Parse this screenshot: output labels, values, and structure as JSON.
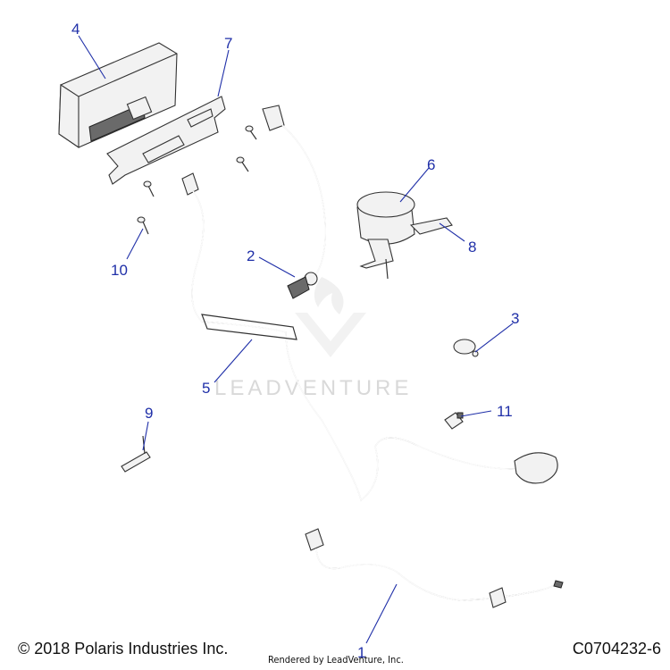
{
  "callouts": [
    {
      "id": "c1",
      "number": "1"
    },
    {
      "id": "c2",
      "number": "2"
    },
    {
      "id": "c3",
      "number": "3"
    },
    {
      "id": "c4",
      "number": "4"
    },
    {
      "id": "c5",
      "number": "5"
    },
    {
      "id": "c6",
      "number": "6"
    },
    {
      "id": "c7",
      "number": "7"
    },
    {
      "id": "c8",
      "number": "8"
    },
    {
      "id": "c9",
      "number": "9"
    },
    {
      "id": "c10",
      "number": "10"
    },
    {
      "id": "c11",
      "number": "11"
    }
  ],
  "watermark": {
    "text": "LEADVENTURE"
  },
  "footer": {
    "copyright": "© 2018 Polaris Industries Inc.",
    "rendered_by": "Rendered by LeadVenture, Inc.",
    "drawing_code": "C0704232-6"
  },
  "colors": {
    "callout": "#1f2fa8",
    "line_art": "#333333",
    "watermark": "#d9d9d9"
  }
}
